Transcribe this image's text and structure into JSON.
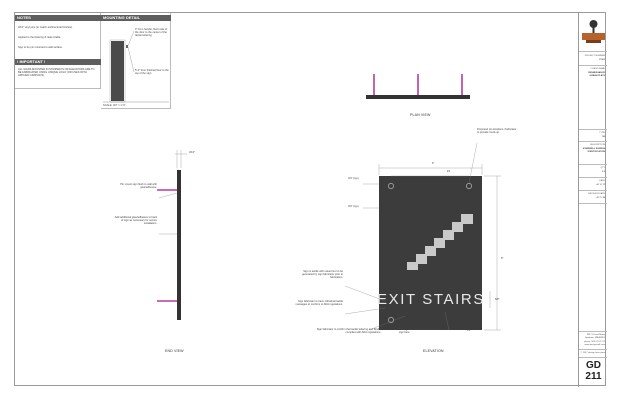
{
  "notes": {
    "title": "NOTES",
    "lines": [
      "3/16\" vinyl pins (to match architectural finishes).",
      "Applied to the lettering & raise braille.",
      "Sign to be pin mounted to wall surface."
    ]
  },
  "important": {
    "title": "! IMPORTANT !",
    "text": "ALL SIGNS MOUNTED IN STAIRWAYS OR ELEVATORS ARE TO BE FABRICATED USING UNIQUE LOGO (OR USES WITH APPLIED GRAPHICS)."
  },
  "mounting": {
    "title": "MOUNTING DETAIL",
    "note1": "9\" from handle, flush side of the door to the center of the tactile lettering.",
    "note2": "5'-0\" from finished floor to the top of the sign.",
    "scale": "SCALE: 3/4\" = 1'-0\""
  },
  "plan": {
    "label": "PLAN VIEW"
  },
  "end": {
    "label": "END VIEW",
    "dim": "3/16\"",
    "note1": "Pin mount sign flush to wall with glue/adhesive.",
    "note2": "Add additional glue/adhesive to back of sign as necessary for secure installation."
  },
  "elevation": {
    "label": "ELEVATION",
    "sign_text": "EXIT STAIRS",
    "note_top": "Proposed pin locations. Fabricator to provide mock-up.",
    "dim_top": "6\"",
    "dim_h1": "#4",
    "dim_left1": "3/4\" (typ.)",
    "dim_left2": "3/4\" (typ.)",
    "dim_right": "8\"",
    "dim_low": "5/8\"",
    "dim_p4": "P4",
    "note_left1": "Sign is tactile with raised text to be generated by sign fabricator prior to fabrication.",
    "note_left2": "Sign fabricator to have individual tactile messages to conform to ADA regulations.",
    "note_bottom1": "Sign fabricator to confirm that tactile lettering and Braille complies with ADA regulations.",
    "note_bottom2": "Clear grade 2 Braille dotted and set in sign face."
  },
  "titleblock": {
    "project_label": "PROJECT NUMBER",
    "project_value": "17001",
    "client_label": "CLIENT NAME",
    "client_value": "RENNESSANCE URBAN FLATS",
    "type_label": "TYPE",
    "type_value": "1B",
    "desc_label": "DESCRIPTION",
    "desc_value": "STAIRWELL EGRESS IDENTIFICATION",
    "qty_label": "QTY",
    "qty_value": "1-2",
    "date_label": "DATE",
    "date_value": "4 / 1 / 17",
    "rev_label": "REVISION DATE",
    "rev_value": "4 / 7 / 20",
    "address": "3217 S Leaf Street Spokane, WA 99201",
    "phone": "phone: 509-774-1717",
    "web": "www.designstuff.com",
    "copyright": "© 2017 design firm name",
    "sheet_top": "GD",
    "sheet_num": "211"
  },
  "colors": {
    "header": "#5e5e5e",
    "accent": "#b83aa0",
    "sign_panel": "#3c3c3c",
    "logo": "#b8612c"
  }
}
